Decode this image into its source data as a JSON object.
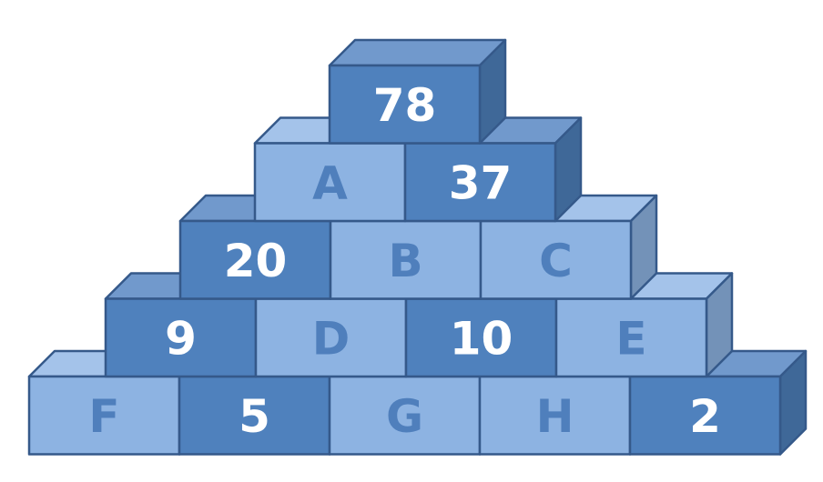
{
  "colors": {
    "dark_front": "#4F81BD",
    "dark_top": "#7199CC",
    "dark_side": "#3F6898",
    "light_front": "#8DB3E2",
    "light_top": "#A4C3EA",
    "light_side": "#7392B8",
    "border": "#35598A",
    "number_text": "#FFFFFF",
    "letter_text": "#4F7FBC"
  },
  "rows": [
    [
      {
        "label": "78",
        "shade": "dark"
      }
    ],
    [
      {
        "label": "A",
        "shade": "light"
      },
      {
        "label": "37",
        "shade": "dark"
      }
    ],
    [
      {
        "label": "20",
        "shade": "dark"
      },
      {
        "label": "B",
        "shade": "light"
      },
      {
        "label": "C",
        "shade": "light"
      }
    ],
    [
      {
        "label": "9",
        "shade": "dark"
      },
      {
        "label": "D",
        "shade": "light"
      },
      {
        "label": "10",
        "shade": "dark"
      },
      {
        "label": "E",
        "shade": "light"
      }
    ],
    [
      {
        "label": "F",
        "shade": "light"
      },
      {
        "label": "5",
        "shade": "dark"
      },
      {
        "label": "G",
        "shade": "light"
      },
      {
        "label": "H",
        "shade": "light"
      },
      {
        "label": "2",
        "shade": "dark"
      }
    ]
  ]
}
